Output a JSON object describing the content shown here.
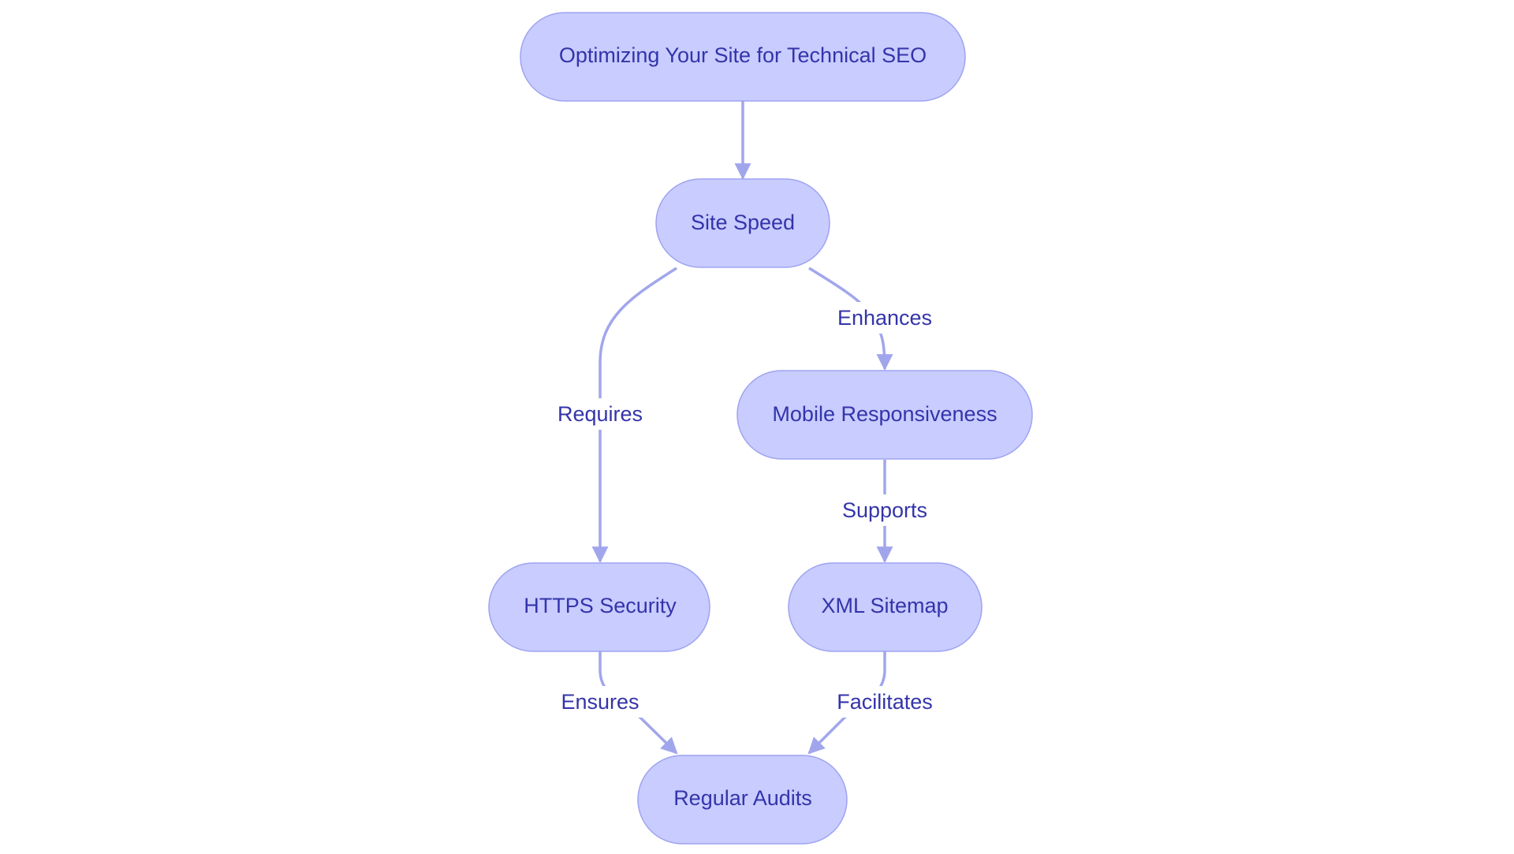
{
  "colors": {
    "node_fill": "#c8ccff",
    "node_stroke": "#9ea3f0",
    "edge": "#a1a6ec",
    "text": "#3434aa",
    "background": "#ffffff"
  },
  "nodes": {
    "root": {
      "label": "Optimizing Your Site for Technical SEO"
    },
    "speed": {
      "label": "Site Speed"
    },
    "mobile": {
      "label": "Mobile Responsiveness"
    },
    "https": {
      "label": "HTTPS Security"
    },
    "sitemap": {
      "label": "XML Sitemap"
    },
    "audits": {
      "label": "Regular Audits"
    }
  },
  "edges": {
    "root_speed": {
      "from": "root",
      "to": "speed",
      "label": ""
    },
    "speed_https": {
      "from": "speed",
      "to": "https",
      "label": "Requires"
    },
    "speed_mobile": {
      "from": "speed",
      "to": "mobile",
      "label": "Enhances"
    },
    "mobile_sitemap": {
      "from": "mobile",
      "to": "sitemap",
      "label": "Supports"
    },
    "https_audits": {
      "from": "https",
      "to": "audits",
      "label": "Ensures"
    },
    "sitemap_audits": {
      "from": "sitemap",
      "to": "audits",
      "label": "Facilitates"
    }
  }
}
